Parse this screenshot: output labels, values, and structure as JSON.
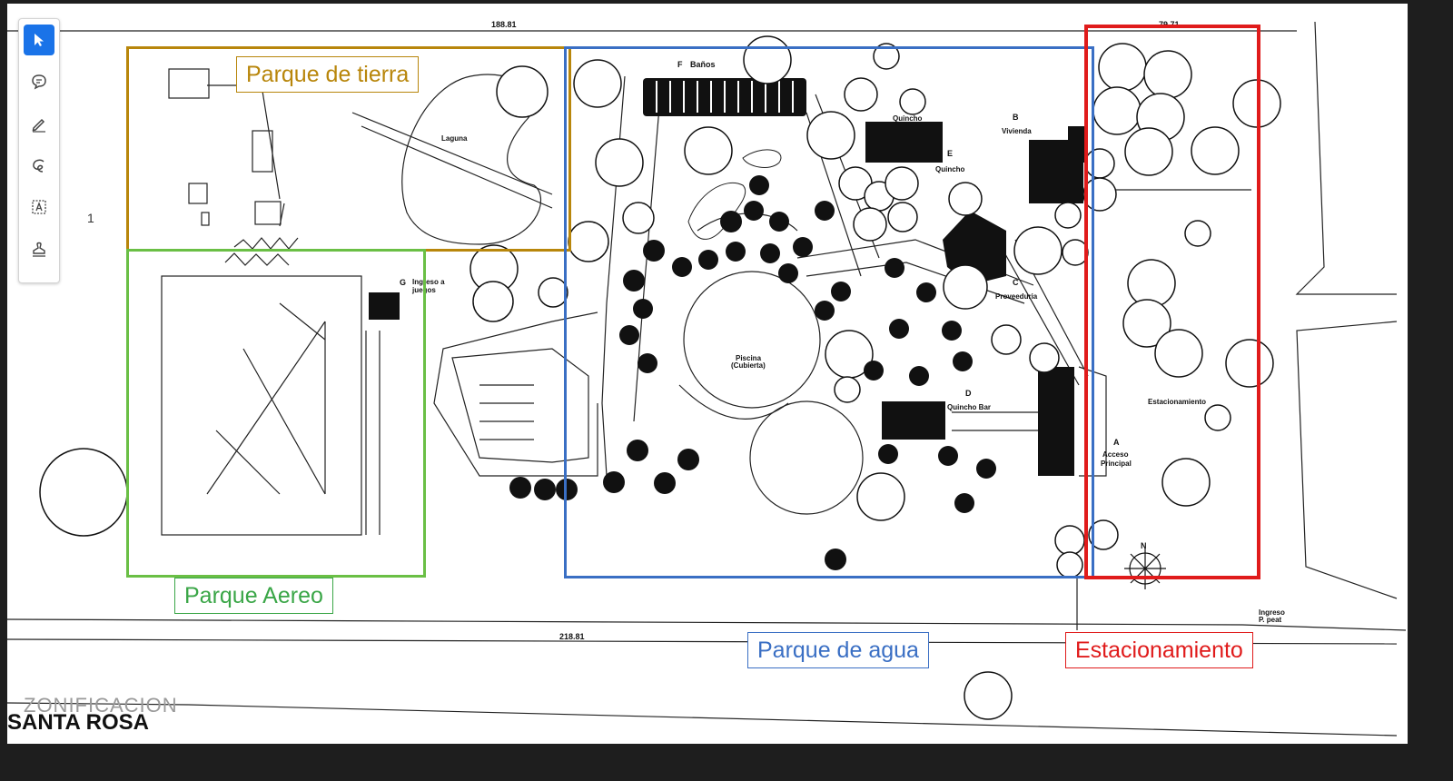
{
  "page": {
    "number": "1"
  },
  "toolbar": {
    "tools": [
      {
        "name": "select-tool",
        "icon": "cursor-arrow-icon",
        "active": true
      },
      {
        "name": "comment-tool",
        "icon": "speech-bubble-icon",
        "active": false
      },
      {
        "name": "draw-tool",
        "icon": "pen-icon",
        "active": false
      },
      {
        "name": "freehand-tool",
        "icon": "lasso-curve-icon",
        "active": false
      },
      {
        "name": "text-box-tool",
        "icon": "text-box-icon",
        "active": false
      },
      {
        "name": "stamp-tool",
        "icon": "stamp-icon",
        "active": false
      }
    ]
  },
  "zones": {
    "tierra": {
      "label": "Parque de tierra",
      "color": "#b8860b"
    },
    "aereo": {
      "label": "Parque Aereo",
      "color": "#6abf45"
    },
    "agua": {
      "label": "Parque de agua",
      "color": "#3a6fc4"
    },
    "estacionamiento": {
      "label": "Estacionamiento",
      "color": "#e01b1b"
    }
  },
  "plan": {
    "dim_top_left": "188.81",
    "dim_top_right": "79.71",
    "dim_bottom": "218.81",
    "banos": "Baños",
    "banos_code": "F",
    "quincho": "Quincho",
    "quincho_code": "E",
    "vivienda": "Vivienda",
    "vivienda_code": "B",
    "proveeduria": "Proveeduria",
    "proveeduria_code": "C",
    "quincho_bar": "Quincho Bar",
    "quincho_bar_code": "D",
    "acceso": "Acceso",
    "principal": "Principal",
    "acceso_code": "A",
    "ingreso_juegos": "Ingreso a juegos",
    "ingreso_code": "G",
    "estacionamiento_lbl": "Estacionamiento",
    "piscina": "Piscina",
    "piscina_sub": "(Cubierta)",
    "laguna": "Laguna",
    "north": "N",
    "ingreso_peat": "Ingreso",
    "ingreso_peat_sub": "P. peat"
  },
  "footer": {
    "subtitle": "ZONIFICACION",
    "title": "SANTA ROSA"
  }
}
